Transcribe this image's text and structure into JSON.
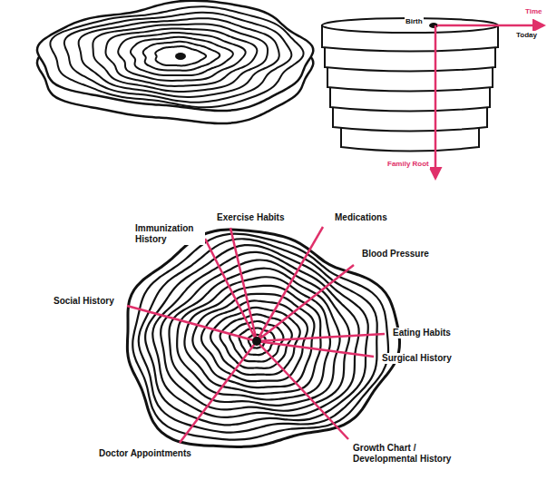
{
  "diagram": {
    "labels": [
      "Time",
      "Birth",
      "Today",
      "Family Root",
      "Immunization History",
      "Exercise Habits",
      "Medications",
      "Blood Pressure",
      "Social History",
      "Eating Habits",
      "Surgical History",
      "Doctor Appointments",
      "Growth Chart / Developmental History"
    ]
  }
}
